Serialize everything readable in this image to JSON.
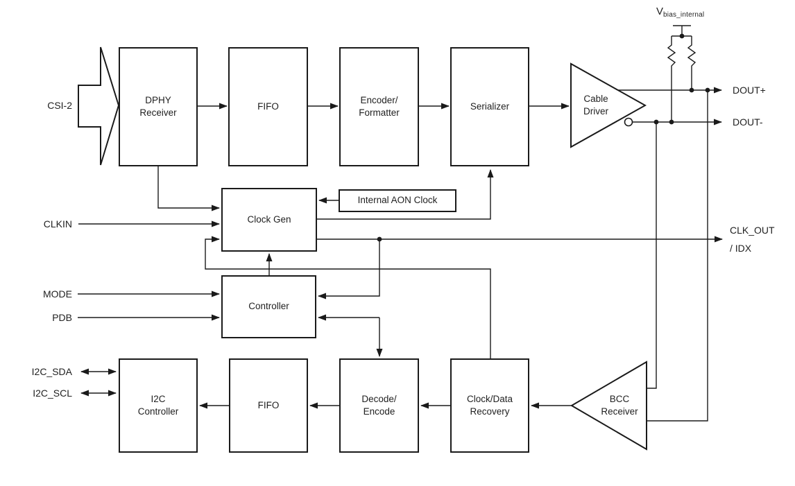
{
  "blocks": {
    "dphy_receiver": "DPHY\nReceiver",
    "fifo_top": "FIFO",
    "encoder_formatter": "Encoder/\nFormatter",
    "serializer": "Serializer",
    "cable_driver": "Cable\nDriver",
    "internal_aon_clock": "Internal AON Clock",
    "clock_gen": "Clock Gen",
    "controller": "Controller",
    "i2c_controller": "I2C\nController",
    "fifo_bottom": "FIFO",
    "decode_encode": "Decode/\nEncode",
    "clock_data_recovery": "Clock/Data\nRecovery",
    "bcc_receiver": "BCC\nReceiver"
  },
  "pins": {
    "csi2": "CSI-2",
    "clkin": "CLKIN",
    "mode": "MODE",
    "pdb": "PDB",
    "i2c_sda": "I2C_SDA",
    "i2c_scl": "I2C_SCL",
    "dout_plus": "DOUT+",
    "dout_minus": "DOUT-",
    "clk_out": "CLK_OUT",
    "clk_out_alt": "/ IDX",
    "vbias_prefix": "V",
    "vbias_subscript": "bias_internal"
  },
  "colors": {
    "line": "#1a1a1a",
    "text": "#1f1f1f",
    "background": "#ffffff"
  }
}
